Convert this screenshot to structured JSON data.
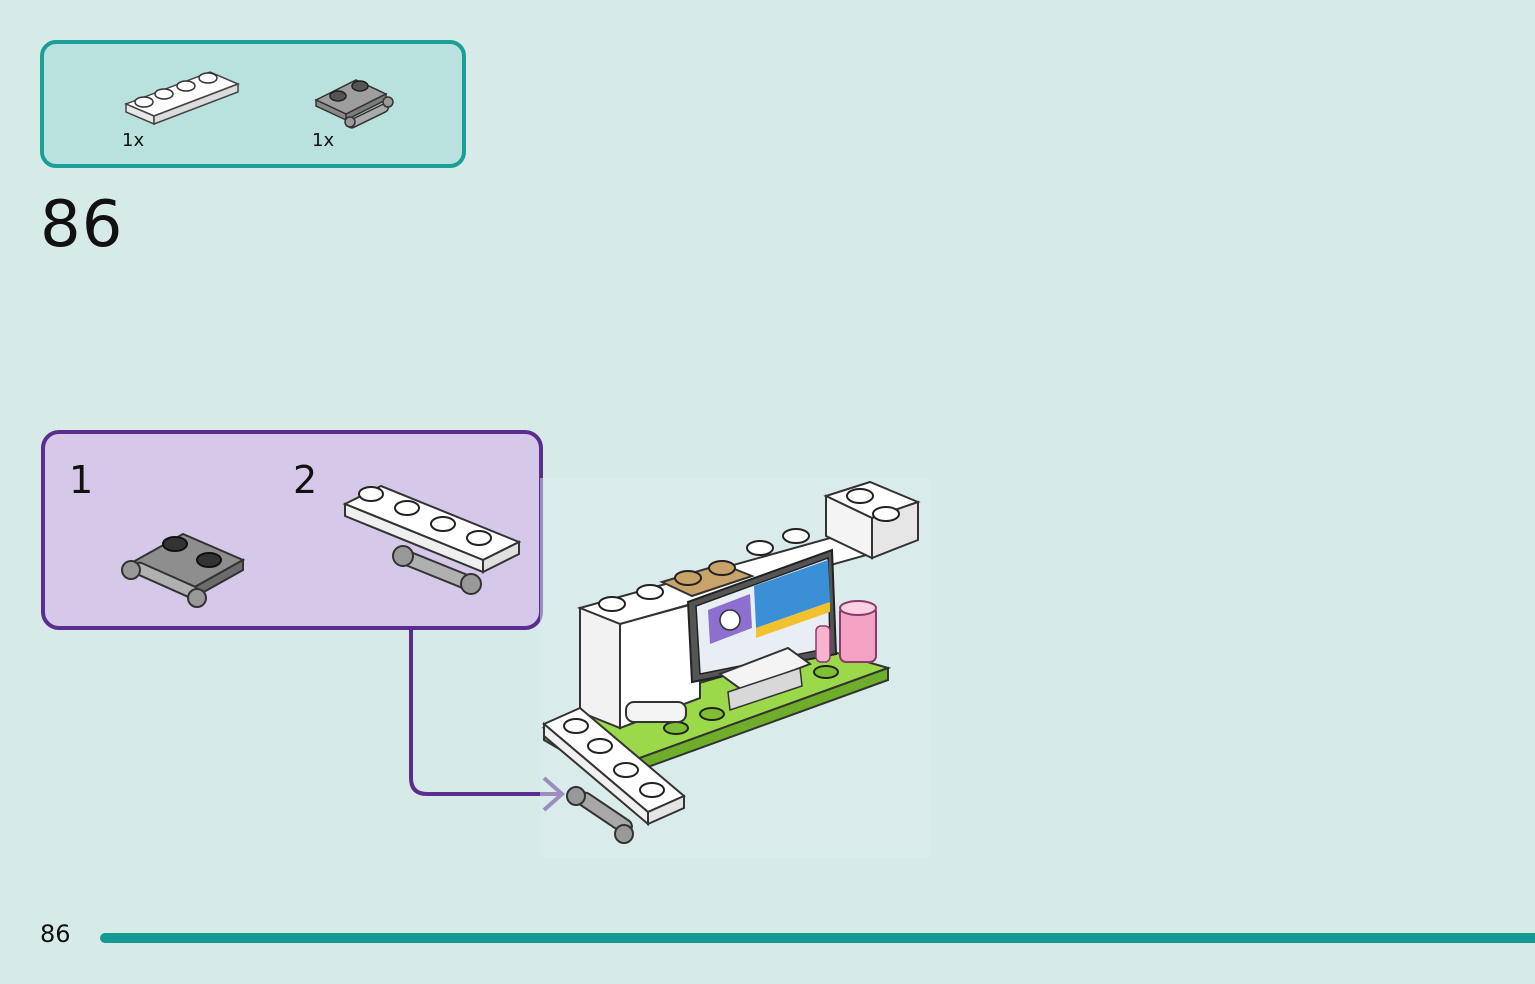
{
  "parts_list": {
    "items": [
      {
        "name": "white-plate-1x4",
        "color": "#ffffff",
        "count": "1x"
      },
      {
        "name": "gray-plate-with-handle",
        "color": "#9a9a9a",
        "count": "1x"
      }
    ]
  },
  "step": {
    "number": "86"
  },
  "sub_assembly": {
    "steps": [
      {
        "number": "1"
      },
      {
        "number": "2"
      }
    ]
  },
  "page": {
    "number": "86"
  },
  "colors": {
    "background": "#d6ebe8",
    "parts_border": "#1a9e97",
    "parts_fill": "#b9e2de",
    "sub_border": "#5b2d8e",
    "sub_fill": "#d6c8e8",
    "footer_bar": "#159a93"
  }
}
